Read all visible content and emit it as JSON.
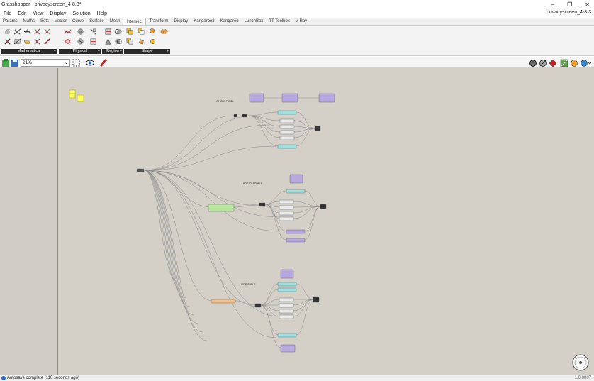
{
  "window": {
    "title": "Grasshopper - privacyscreen_4-8.3*",
    "controls": [
      "–",
      "❐",
      "✕"
    ]
  },
  "menu": {
    "items": [
      "File",
      "Edit",
      "View",
      "Display",
      "Solution",
      "Help"
    ],
    "document": "privacyscreen_4-8.3"
  },
  "tabs": [
    "Params",
    "Maths",
    "Sets",
    "Vector",
    "Curve",
    "Surface",
    "Mesh",
    "Intersect",
    "Transform",
    "Display",
    "Kangaroo2",
    "Kangaroo",
    "LunchBox",
    "TT Toolbox",
    "V-Ray"
  ],
  "active_tab": "Intersect",
  "ribbon": {
    "groups": [
      {
        "label": "Mathematical",
        "plus": "+",
        "icons": [
          "brep-line-icon",
          "curve-line-icon",
          "brep-plane-icon",
          "curve-plane-icon",
          "line-plane-icon",
          "brep-curve-icon",
          "surface-line-icon",
          "plane-plane-icon",
          "mesh-ray-icon",
          "plane-line-icon"
        ]
      },
      {
        "label": "Physical",
        "plus": "+",
        "icons": [
          "curve-curve-icon",
          "brep-brep-icon",
          "collision-icon",
          "mesh-curve-icon",
          "contour-icon",
          "section-icon"
        ]
      },
      {
        "label": "Region",
        "plus": "+",
        "icons": [
          "split-brep-icon",
          "trim-region-icon",
          "region-union-icon",
          "region-diff-icon"
        ]
      },
      {
        "label": "Shape",
        "plus": "+",
        "icons": [
          "solid-union-icon",
          "solid-diff-icon",
          "boundary-volume-icon",
          "shape-split-icon",
          "solid-intersect-icon",
          "shatter-icon"
        ]
      }
    ]
  },
  "canvas_toolbar": {
    "zoom": "21%",
    "right_icons": [
      "preview-wire-icon",
      "preview-shaded-icon",
      "preview-selected-icon",
      "document-icon",
      "settings-icon",
      "web-icon"
    ]
  },
  "groups": [
    {
      "label": "WHOLE PANEL"
    },
    {
      "label": "BOTTOM SHELF"
    },
    {
      "label": "SIDE SHELF"
    }
  ],
  "status": {
    "text": "Autosave complete (110 seconds ago)",
    "version": "1.0.0007"
  },
  "colors": {
    "canvas": "#d4d0c8",
    "purple_group": "#b8a8e0",
    "cyan_group": "#9fe0e0",
    "green_group": "#b8e6a0",
    "orange_group": "#f2c08a",
    "sticky": "#ffff60"
  }
}
